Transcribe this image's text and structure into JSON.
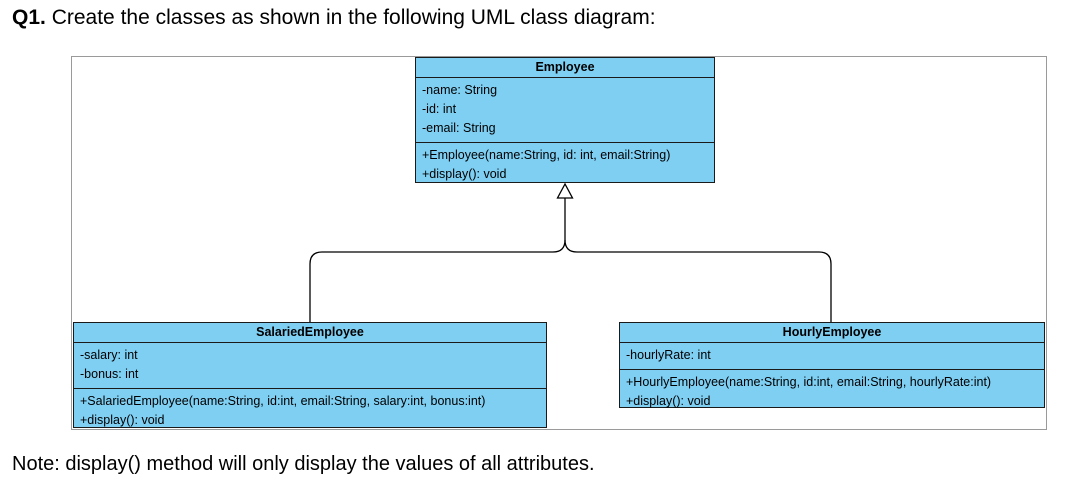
{
  "question": {
    "number": "Q1.",
    "text": "Create the classes as shown in the following UML class diagram:"
  },
  "classes": {
    "employee": {
      "name": "Employee",
      "attributes": [
        "-name: String",
        "-id: int",
        "-email: String"
      ],
      "methods": [
        "+Employee(name:String, id: int, email:String)",
        "+display(): void"
      ]
    },
    "salaried": {
      "name": "SalariedEmployee",
      "attributes": [
        "-salary: int",
        "-bonus: int"
      ],
      "methods": [
        "+SalariedEmployee(name:String, id:int, email:String, salary:int, bonus:int)",
        "+display(): void"
      ]
    },
    "hourly": {
      "name": "HourlyEmployee",
      "attributes": [
        "-hourlyRate: int"
      ],
      "methods": [
        "+HourlyEmployee(name:String, id:int, email:String, hourlyRate:int)",
        "+display(): void"
      ]
    }
  },
  "note": "Note: display() method will only display the values of all attributes."
}
